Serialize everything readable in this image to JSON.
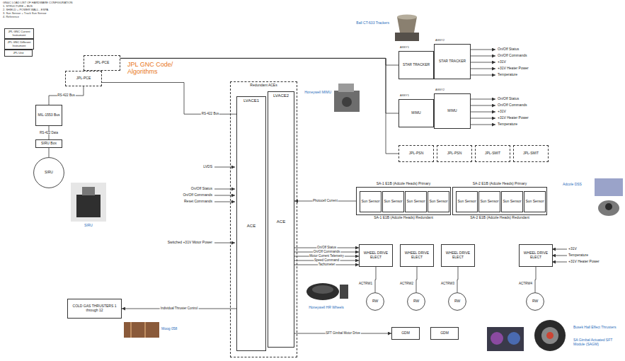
{
  "diagram": {
    "nodes": [
      {
        "text": [
          "JPL GNC Current Instrument"
        ]
      },
      {
        "text": [
          "JPL GNC Different Instrument"
        ]
      },
      {
        "text": [
          "JPL Unit"
        ]
      },
      {
        "text": [
          "JPL-PCE"
        ]
      },
      {
        "text": [
          "JPL-PCE"
        ]
      },
      {
        "text": [
          "MIL-1553 Bus"
        ]
      },
      {
        "text": [
          "SIRU Box"
        ]
      },
      {
        "text": [
          "SIRU"
        ]
      },
      {
        "text": [
          "Redundant ACEs"
        ]
      },
      {
        "text": [
          "LVACE1",
          "ACE"
        ],
        "in": 8
      },
      {
        "text": [
          "LVACE2",
          "ACE"
        ],
        "in": 8
      },
      {
        "text": [
          "STAR TRACKER"
        ]
      },
      {
        "text": [
          "STAR TRACKER"
        ]
      },
      {
        "text": [
          "MIMU"
        ]
      },
      {
        "text": [
          "MIMU"
        ]
      },
      {
        "text": [
          "JPL-PSN"
        ]
      },
      {
        "text": [
          "JPL-PSN"
        ]
      },
      {
        "text": [
          "JPL-SMIT"
        ]
      },
      {
        "text": [
          "JPL-SMIT"
        ]
      },
      {
        "text": [
          "SA-1 E1B (Adcole Heads) Primary",
          "SA-1 E1B (Adcole Heads) Redundant"
        ]
      },
      {
        "text": [
          "Sun Sensor"
        ],
        "in": 19
      },
      {
        "text": [
          "Sun Sensor"
        ],
        "in": 19
      },
      {
        "text": [
          "Sun Sensor"
        ],
        "in": 19
      },
      {
        "text": [
          "Sun Sensor"
        ],
        "in": 19
      },
      {
        "text": [
          "SA-2 E1B (Adcole Heads) Primary",
          "SA-2 E1B (Adcole Heads) Redundant"
        ]
      },
      {
        "text": [
          "Sun Sensor"
        ],
        "in": 24
      },
      {
        "text": [
          "Sun Sensor"
        ],
        "in": 24
      },
      {
        "text": [
          "Sun Sensor"
        ],
        "in": 24
      },
      {
        "text": [
          "Sun Sensor"
        ],
        "in": 24
      },
      {
        "text": [
          "WHEEL DRIVE ELECT"
        ]
      },
      {
        "text": [
          "WHEEL DRIVE ELECT"
        ]
      },
      {
        "text": [
          "WHEEL DRIVE ELECT"
        ]
      },
      {
        "text": [
          "WHEEL DRIVE ELECT"
        ]
      },
      {
        "text": [
          "RW"
        ]
      },
      {
        "text": [
          "RW"
        ]
      },
      {
        "text": [
          "RW"
        ]
      },
      {
        "text": [
          "RW"
        ]
      },
      {
        "text": [
          "COLD GAS THRUSTERS 1 through 12"
        ]
      },
      {
        "text": [
          "GDM"
        ]
      },
      {
        "text": [
          "GDM"
        ]
      }
    ],
    "edges": [
      {
        "from": 3,
        "to": 11,
        "arrow": "none"
      },
      {
        "from": 3,
        "to": 13,
        "arrow": "none"
      },
      {
        "from": 3,
        "to": 15,
        "arrow": "none"
      },
      {
        "from": 4,
        "to": 9,
        "arrow": "none",
        "label": "RS-422 Bus"
      },
      {
        "from": 4,
        "to": 5,
        "arrow": "none",
        "label": "RS-422 Bus"
      },
      {
        "from": 5,
        "to": 6,
        "arrow": "none",
        "label": "RS-422 Data"
      },
      {
        "from": 6,
        "to": 7,
        "arrow": "none"
      },
      {
        "from": 19,
        "to": 10,
        "arrow": "to",
        "label": "Photocell Current"
      },
      {
        "from": 10,
        "to": 29,
        "arrow": "to",
        "label": "On/Off Status"
      },
      {
        "from": 10,
        "to": 29,
        "arrow": "to",
        "label": "On/Off Commands"
      },
      {
        "from": 10,
        "to": 29,
        "arrow": "to",
        "label": "Motor Current Telemetry"
      },
      {
        "from": 10,
        "to": 29,
        "arrow": "to",
        "label": "Speed Command"
      },
      {
        "from": 10,
        "to": 29,
        "arrow": "to",
        "label": "Tachometer"
      },
      {
        "from": 29,
        "to": 33,
        "arrow": "none"
      },
      {
        "from": 30,
        "to": 34,
        "arrow": "none"
      },
      {
        "from": 31,
        "to": 35,
        "arrow": "none"
      },
      {
        "from": 32,
        "to": 36,
        "arrow": "none"
      },
      {
        "from": 9,
        "to": 37,
        "arrow": "to",
        "label": "Individual Thruster Control"
      },
      {
        "from": 10,
        "to": 38,
        "arrow": "to",
        "label": "SFT Gimbal Motor Drive"
      }
    ],
    "labels": [
      "GN&C LOAD LIST OF HARDWARE CONFIGURATION",
      "1. STRUCTURE + BUS",
      "2. SHIELD + POWER WALL - ESPA",
      "3. Sun Sensor + Track Sun Sensor",
      "4. Reference",
      "JPL GNC Code/ Algorithms",
      "SIRU",
      "Ball CT-633 Trackers",
      "ASSY1",
      "ASSY2",
      "On/Off Status",
      "On/Off Commands",
      "+31V",
      "+31V Heater Power",
      "Temperature",
      "Honeywell MIMU",
      "ASSY1",
      "ASSY2",
      "On/Off Status",
      "On/Off Commands",
      "+31V",
      "+31V Heater Power",
      "Temperature",
      "Adcole DSS",
      "LVDS",
      "On/Off Status",
      "On/Off Commands",
      "Reset Commands",
      "Switched +31V Motor Power",
      "Honeywell HR Wheels",
      "ACTRW1",
      "ACTRW2",
      "ACTRW3",
      "ACTRW4",
      "+31V",
      "Temperature",
      "+31V Heater Power",
      "Moog 058",
      "Busek Hall Effect Thrusters",
      "SA Gimbal Actuated SFT Module (SAGM)"
    ]
  }
}
